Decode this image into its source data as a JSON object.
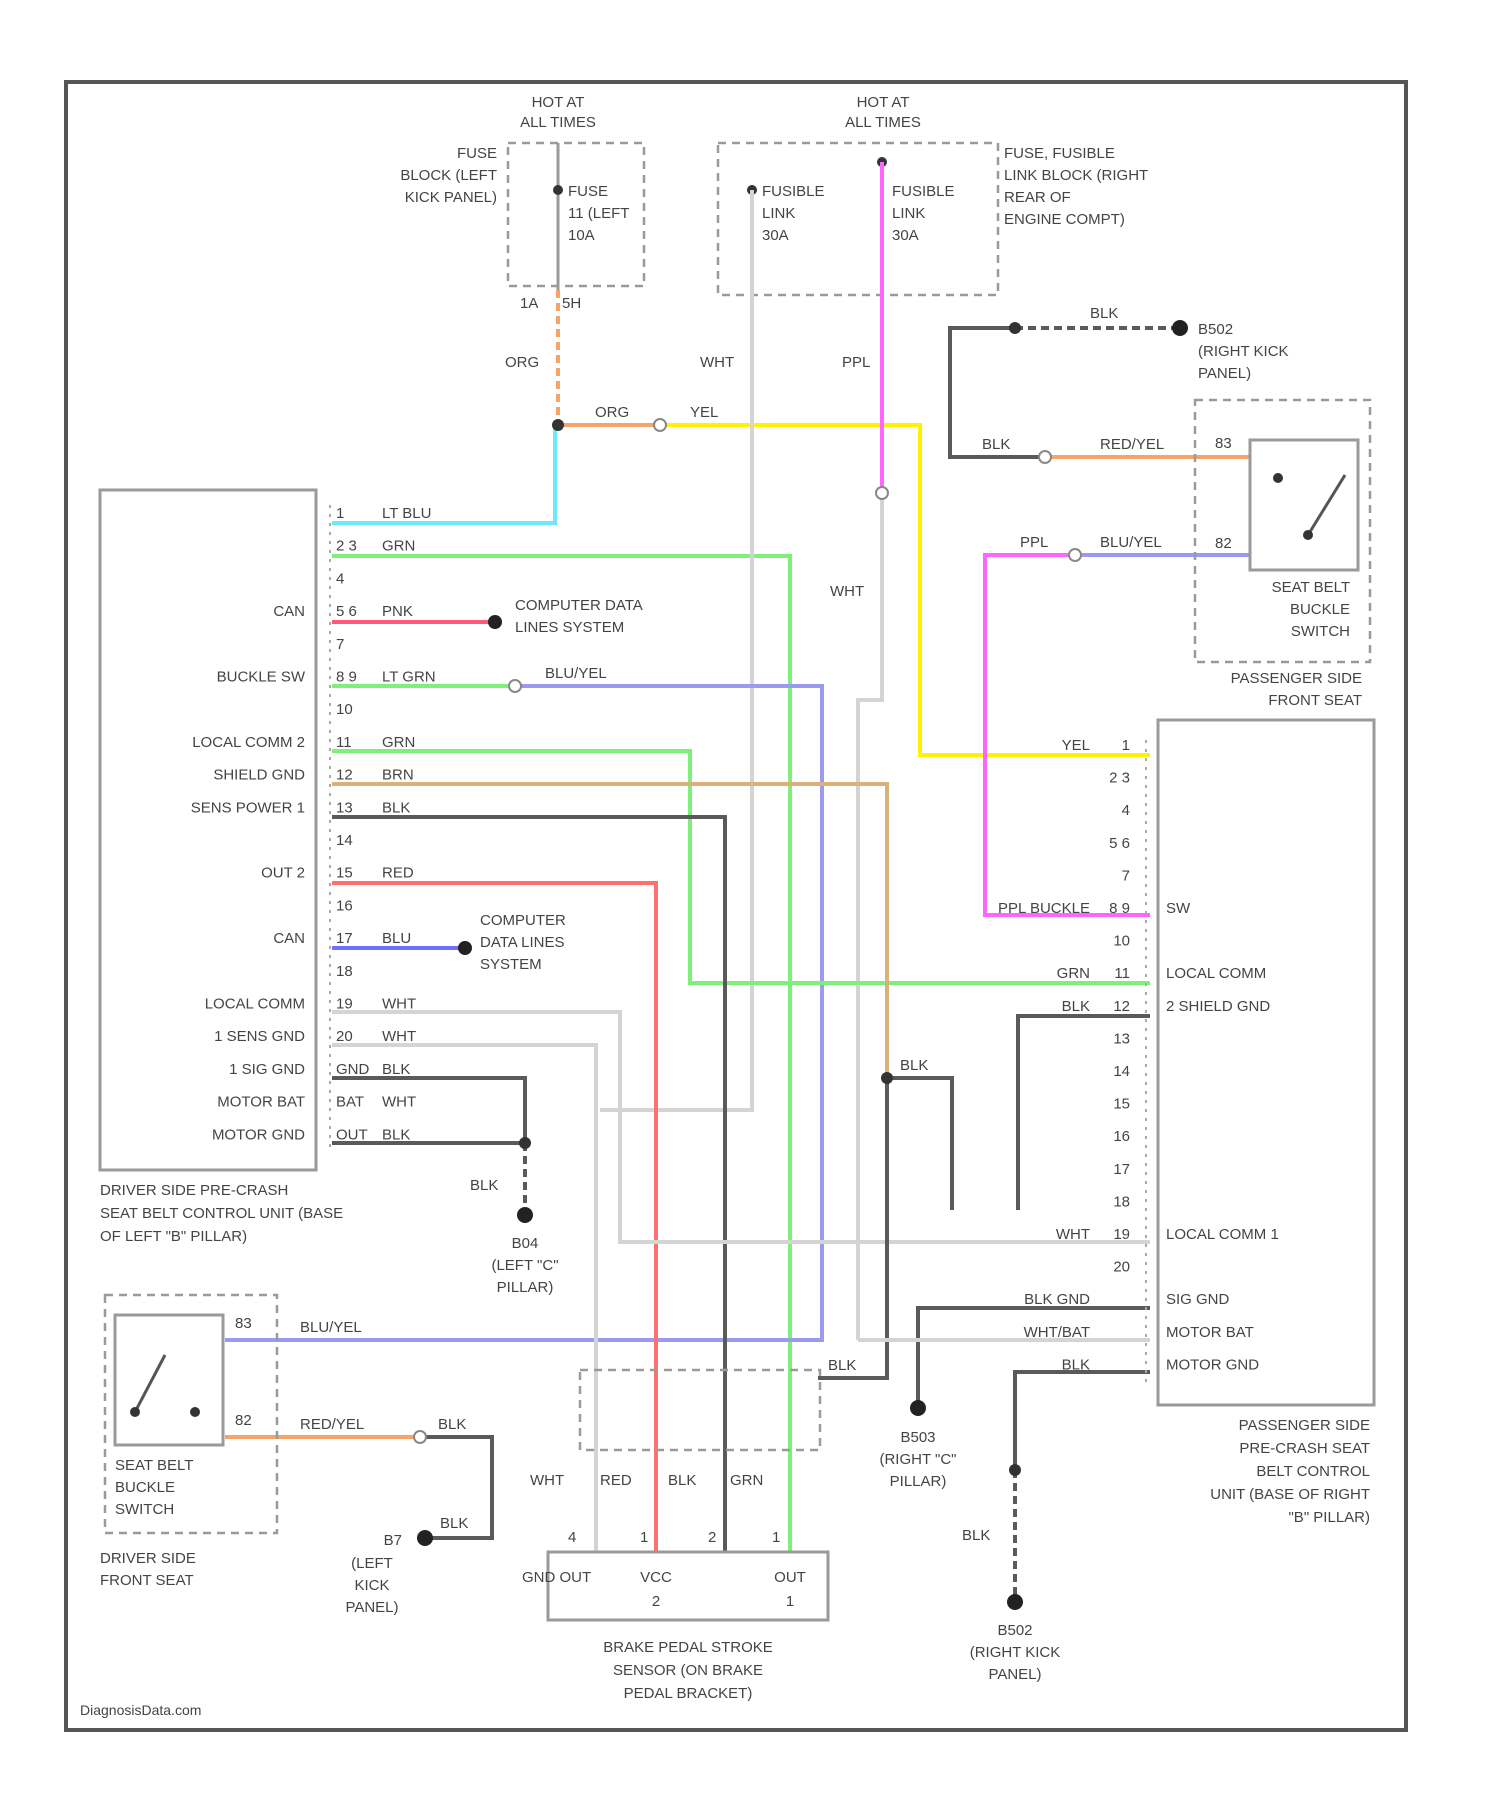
{
  "palette": {
    "orange": "#f7a36a",
    "yellow": "#fff200",
    "cyan": "#6fe8ff",
    "green": "#7ef07a",
    "pink": "#ff5a7a",
    "blue": "#7070ff",
    "blue_yel": "#9a9af0",
    "brown": "#d9b27a",
    "black": "#5a5a5a",
    "white": "#d4d4d4",
    "red": "#ff6f6f",
    "purple": "#ff66ff"
  },
  "footer": "DiagnosisData.com",
  "power": {
    "hot_left": [
      "HOT AT",
      "ALL TIMES"
    ],
    "hot_right": [
      "HOT AT",
      "ALL TIMES"
    ],
    "fuse_block_label": [
      "FUSE",
      "BLOCK (LEFT",
      "KICK PANEL)"
    ],
    "fuse_label": [
      "FUSE",
      "11 (LEFT",
      "10A"
    ],
    "fusible_link_1": [
      "FUSIBLE",
      "LINK",
      "30A"
    ],
    "fusible_link_2": [
      "FUSIBLE",
      "LINK",
      "30A"
    ],
    "fusible_block_label": [
      "FUSE, FUSIBLE",
      "LINK BLOCK (RIGHT",
      "REAR OF",
      "ENGINE COMPT)"
    ],
    "pin_left": "1A",
    "pin_right": "5H"
  },
  "driver_unit": {
    "caption": [
      "DRIVER SIDE PRE-CRASH",
      "SEAT BELT CONTROL UNIT (BASE",
      "OF LEFT \"B\" PILLAR)"
    ],
    "pins": [
      {
        "num": "1",
        "func": "",
        "wire": "LT BLU"
      },
      {
        "num": "2 3",
        "func": "",
        "wire": "GRN"
      },
      {
        "num": "4",
        "func": "",
        "wire": ""
      },
      {
        "num": "5 6",
        "func": "CAN",
        "wire": "PNK"
      },
      {
        "num": "7",
        "func": "",
        "wire": ""
      },
      {
        "num": "8 9",
        "func": "BUCKLE SW",
        "wire": "LT GRN"
      },
      {
        "num": "10",
        "func": "",
        "wire": ""
      },
      {
        "num": "11",
        "func": "LOCAL COMM 2",
        "wire": "GRN"
      },
      {
        "num": "12",
        "func": "SHIELD GND",
        "wire": "BRN"
      },
      {
        "num": "13",
        "func": "SENS POWER 1",
        "wire": "BLK"
      },
      {
        "num": "14",
        "func": "",
        "wire": ""
      },
      {
        "num": "15",
        "func": "OUT 2",
        "wire": "RED"
      },
      {
        "num": "16",
        "func": "",
        "wire": ""
      },
      {
        "num": "17",
        "func": "CAN",
        "wire": "BLU"
      },
      {
        "num": "18",
        "func": "",
        "wire": ""
      },
      {
        "num": "19",
        "func": "LOCAL COMM",
        "wire": "WHT"
      },
      {
        "num": "20",
        "func": "1 SENS GND",
        "wire": "WHT"
      },
      {
        "num": "GND",
        "func": "1 SIG GND",
        "wire": "BLK"
      },
      {
        "num": "BAT",
        "func": "MOTOR BAT",
        "wire": "WHT"
      },
      {
        "num": "OUT",
        "func": "MOTOR GND",
        "wire": "BLK"
      }
    ]
  },
  "passenger_unit": {
    "caption": [
      "PASSENGER SIDE",
      "PRE-CRASH SEAT",
      "BELT CONTROL",
      "UNIT (BASE OF RIGHT",
      "\"B\" PILLAR)"
    ],
    "seat_label": [
      "PASSENGER SIDE",
      "FRONT SEAT"
    ],
    "pins": [
      {
        "num": "1",
        "func": "",
        "wire": "YEL"
      },
      {
        "num": "2 3",
        "func": "",
        "wire": ""
      },
      {
        "num": "4",
        "func": "",
        "wire": ""
      },
      {
        "num": "5 6",
        "func": "",
        "wire": ""
      },
      {
        "num": "7",
        "func": "",
        "wire": ""
      },
      {
        "num": "8 9",
        "func": "SW",
        "wire": "PPL BUCKLE"
      },
      {
        "num": "10",
        "func": "",
        "wire": ""
      },
      {
        "num": "11",
        "func": "LOCAL COMM",
        "wire": "GRN"
      },
      {
        "num": "12",
        "func": "2 SHIELD GND",
        "wire": "BLK"
      },
      {
        "num": "13",
        "func": "",
        "wire": ""
      },
      {
        "num": "14",
        "func": "",
        "wire": ""
      },
      {
        "num": "15",
        "func": "",
        "wire": ""
      },
      {
        "num": "16",
        "func": "",
        "wire": ""
      },
      {
        "num": "17",
        "func": "",
        "wire": ""
      },
      {
        "num": "18",
        "func": "",
        "wire": ""
      },
      {
        "num": "19",
        "func": "LOCAL COMM 1",
        "wire": "WHT"
      },
      {
        "num": "20",
        "func": "",
        "wire": ""
      },
      {
        "num": "",
        "func": "SIG GND",
        "wire": "BLK GND"
      },
      {
        "num": "",
        "func": "MOTOR BAT",
        "wire": "WHT/BAT"
      },
      {
        "num": "",
        "func": "MOTOR GND",
        "wire": "BLK"
      }
    ]
  },
  "wire_labels": {
    "org_vert": "ORG",
    "org_horiz": "ORG",
    "yel_top": "YEL",
    "wht_top": "WHT",
    "ppl_top": "PPL",
    "wht_mid": "WHT",
    "blk_top": "BLK",
    "blk_red_yel": "BLK",
    "red_yel": "RED/YEL",
    "ppl_right": "PPL",
    "blu_yel_right": "BLU/YEL",
    "blu_yel_mid": "BLU/YEL",
    "blu_yel_low": "BLU/YEL",
    "red_yel_low": "RED/YEL",
    "blk_low_1": "BLK",
    "blk_low_2": "BLK",
    "blk_g504": "BLK",
    "blk_mid": "BLK",
    "blk_mid2": "BLK",
    "blk_sensor": "BLK",
    "blk_g502b": "BLK",
    "sensor_wht": "WHT",
    "sensor_red": "RED",
    "sensor_blk": "BLK",
    "sensor_grn": "GRN"
  },
  "notes": {
    "computer_data_1": [
      "COMPUTER DATA",
      "LINES SYSTEM"
    ],
    "computer_data_2": [
      "COMPUTER",
      "DATA LINES",
      "SYSTEM"
    ]
  },
  "grounds": {
    "g502_top": [
      "B502",
      "(RIGHT KICK",
      "PANEL)"
    ],
    "g504": [
      "B04",
      "(LEFT \"C\"",
      "PILLAR)"
    ],
    "g503": [
      "B503",
      "(RIGHT \"C\"",
      "PILLAR)"
    ],
    "g502_bottom": [
      "B502",
      "(RIGHT KICK",
      "PANEL)"
    ],
    "g7": [
      "B7",
      "(LEFT",
      "KICK",
      "PANEL)"
    ]
  },
  "switches": {
    "passenger": {
      "label": [
        "SEAT BELT",
        "BUCKLE",
        "SWITCH"
      ],
      "pin_top": "83",
      "pin_bottom": "82"
    },
    "driver": {
      "label": [
        "SEAT BELT",
        "BUCKLE",
        "SWITCH"
      ],
      "pin_top": "83",
      "pin_bottom": "82",
      "seat_label": [
        "DRIVER SIDE",
        "FRONT SEAT"
      ]
    }
  },
  "sensor": {
    "label": [
      "BRAKE PEDAL STROKE",
      "SENSOR (ON BRAKE",
      "PEDAL BRACKET)"
    ],
    "pin_nums": [
      "4",
      "1",
      "2",
      "1"
    ],
    "funcs": [
      "GND OUT",
      "VCC",
      "OUT"
    ],
    "func_pins": [
      "2",
      "1"
    ]
  }
}
